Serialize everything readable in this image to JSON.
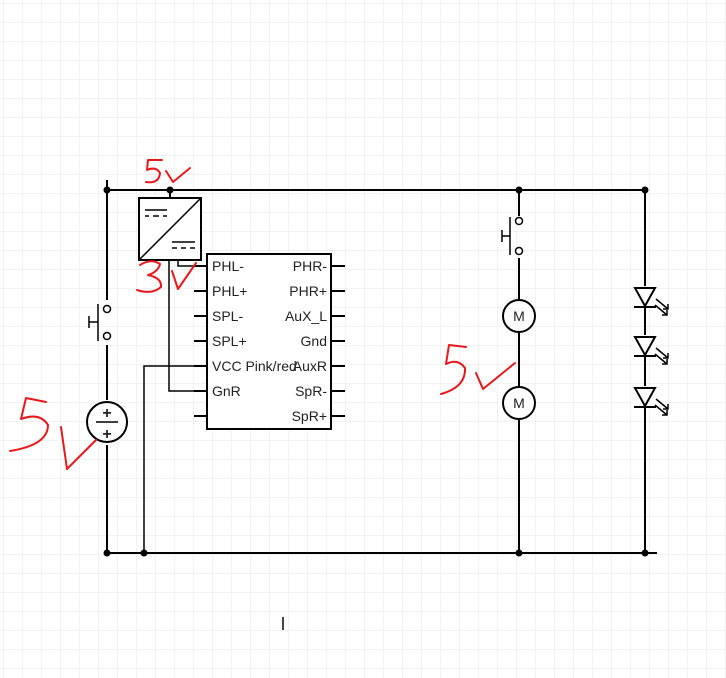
{
  "colors": {
    "grid": "#e6e6e6",
    "wire": "#000000",
    "annotation": "#e8191c"
  },
  "ic": {
    "left_pins": [
      "PHL-",
      "PHL+",
      "SPL-",
      "SPL+",
      "VCC Pink/red",
      "GnR"
    ],
    "right_pins": [
      "PHR-",
      "PHR+",
      "AuX_L",
      "Gnd",
      "AuxR",
      "SpR-",
      "SpR+"
    ]
  },
  "motors": {
    "label": "M"
  },
  "battery": {
    "plus": "+",
    "minus": "+"
  },
  "cursor": {
    "glyph": "I"
  },
  "icons": [
    "push-button-icon",
    "dc-dc-converter-icon",
    "motor-icon",
    "led-icon",
    "battery-icon"
  ]
}
